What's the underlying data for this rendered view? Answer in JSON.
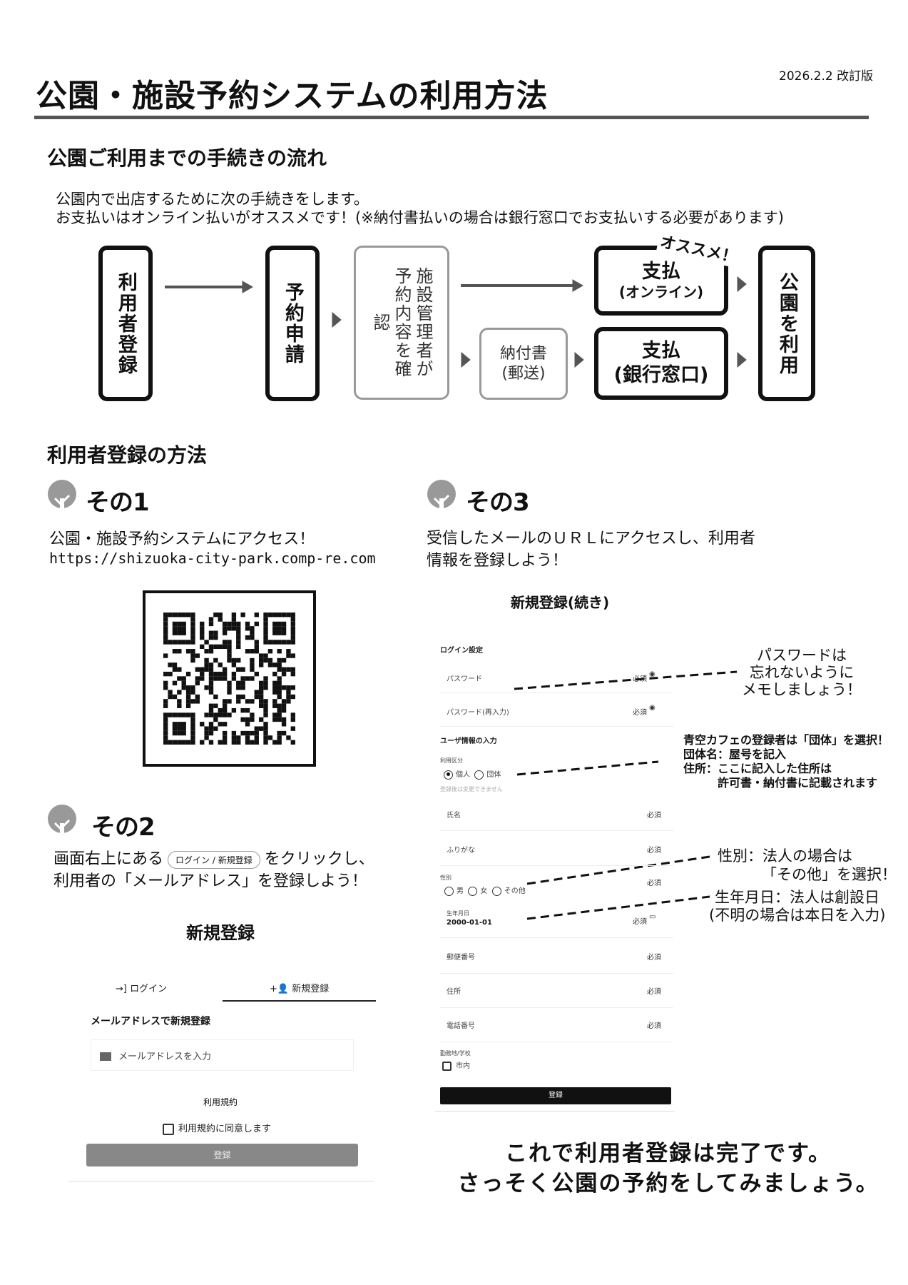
{
  "header": {
    "title": "公園・施設予約システムの利用方法",
    "date": "2026.2.2 改訂版"
  },
  "flow_section": {
    "heading": "公園ご利用までの手続きの流れ",
    "intro": [
      "公園内で出店するために次の手続きをします。",
      "お支払いはオンライン払いがオススメです！(※納付書払いの場合は銀行窓口でお支払いする必要があります)"
    ],
    "steps": {
      "register": "利用者登録",
      "apply": "予約申請",
      "confirm": "施設管理者が予約内容を確認",
      "invoice": "納付書",
      "invoice_sub": "(郵送)",
      "pay_online": "支払",
      "pay_online_sub": "(オンライン)",
      "pay_bank": "支払",
      "pay_bank_sub": "(銀行窓口)",
      "use": "公園を利用"
    },
    "recommend": "オススメ！"
  },
  "register_section": {
    "heading": "利用者登録の方法",
    "step1": {
      "label": "その1",
      "text": "公園・施設予約システムにアクセス！",
      "url": "https://shizuoka-city-park.comp-re.com"
    },
    "step2": {
      "label": "その2",
      "text_pre": "画面右上にある",
      "button": "ログイン / 新規登録",
      "text_post": "をクリックし、",
      "text2": "利用者の「メールアドレス」を登録しよう！"
    },
    "step3": {
      "label": "その3",
      "text1": "受信したメールのＵＲＬにアクセスし、利用者",
      "text2": "情報を登録しよう！"
    }
  },
  "signup_card": {
    "title": "新規登録",
    "tab_login": "ログイン",
    "tab_signup": "新規登録",
    "section": "メールアドレスで新規登録",
    "email_placeholder": "メールアドレスを入力",
    "terms_title": "利用規約",
    "terms_agree": "利用規約に同意します",
    "submit": "登録"
  },
  "continue_card": {
    "title": "新規登録(続き)",
    "login_settings": "ログイン設定",
    "password": "パスワード",
    "password_confirm": "パスワード(再入力)",
    "required": "必須",
    "user_info": "ユーザ情報の入力",
    "usage_type": "利用区分",
    "individual": "個人",
    "group": "団体",
    "usage_note": "登録後は変更できません",
    "name": "氏名",
    "furigana": "ふりがな",
    "gender": "性別",
    "male": "男",
    "female": "女",
    "other": "その他",
    "birth": "生年月日",
    "birth_value": "2000-01-01",
    "postal": "郵便番号",
    "address": "住所",
    "phone": "電話番号",
    "work": "勤務地/学校",
    "city": "市内",
    "submit": "登録"
  },
  "annotations": {
    "password": [
      "パスワードは",
      "忘れないように",
      "メモしましょう！"
    ],
    "group": [
      "青空カフェの登録者は「団体」を選択！",
      "団体名：屋号を記入",
      "住所：ここに記入した住所は",
      "許可書・納付書に記載されます"
    ],
    "gender": [
      "性別：法人の場合は",
      "「その他」を選択！"
    ],
    "birth": [
      "生年月日：法人は創設日",
      "(不明の場合は本日を入力)"
    ]
  },
  "conclusion": [
    "これで利用者登録は完了です。",
    "さっそく公園の予約をしてみましょう。"
  ]
}
